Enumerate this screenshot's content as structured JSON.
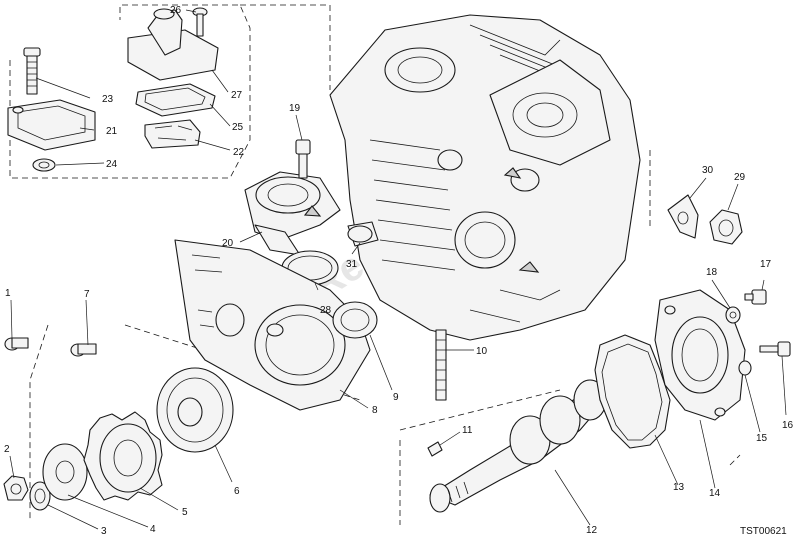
{
  "watermark": "PartsRepublik",
  "drawing_code": "TST00621",
  "callouts": {
    "c1": "1",
    "c2": "2",
    "c3": "3",
    "c4": "4",
    "c5": "5",
    "c6": "6",
    "c7": "7",
    "c8": "8",
    "c9": "9",
    "c10": "10",
    "c11": "11",
    "c12": "12",
    "c13": "13",
    "c14": "14",
    "c15": "15",
    "c16": "16",
    "c17": "17",
    "c18": "18",
    "c19": "19",
    "c20": "20",
    "c21": "21",
    "c22": "22",
    "c23": "23",
    "c24": "24",
    "c25": "25",
    "c26": "26",
    "c27": "27",
    "c28": "28",
    "c29": "29",
    "c30": "30",
    "c31": "31"
  }
}
